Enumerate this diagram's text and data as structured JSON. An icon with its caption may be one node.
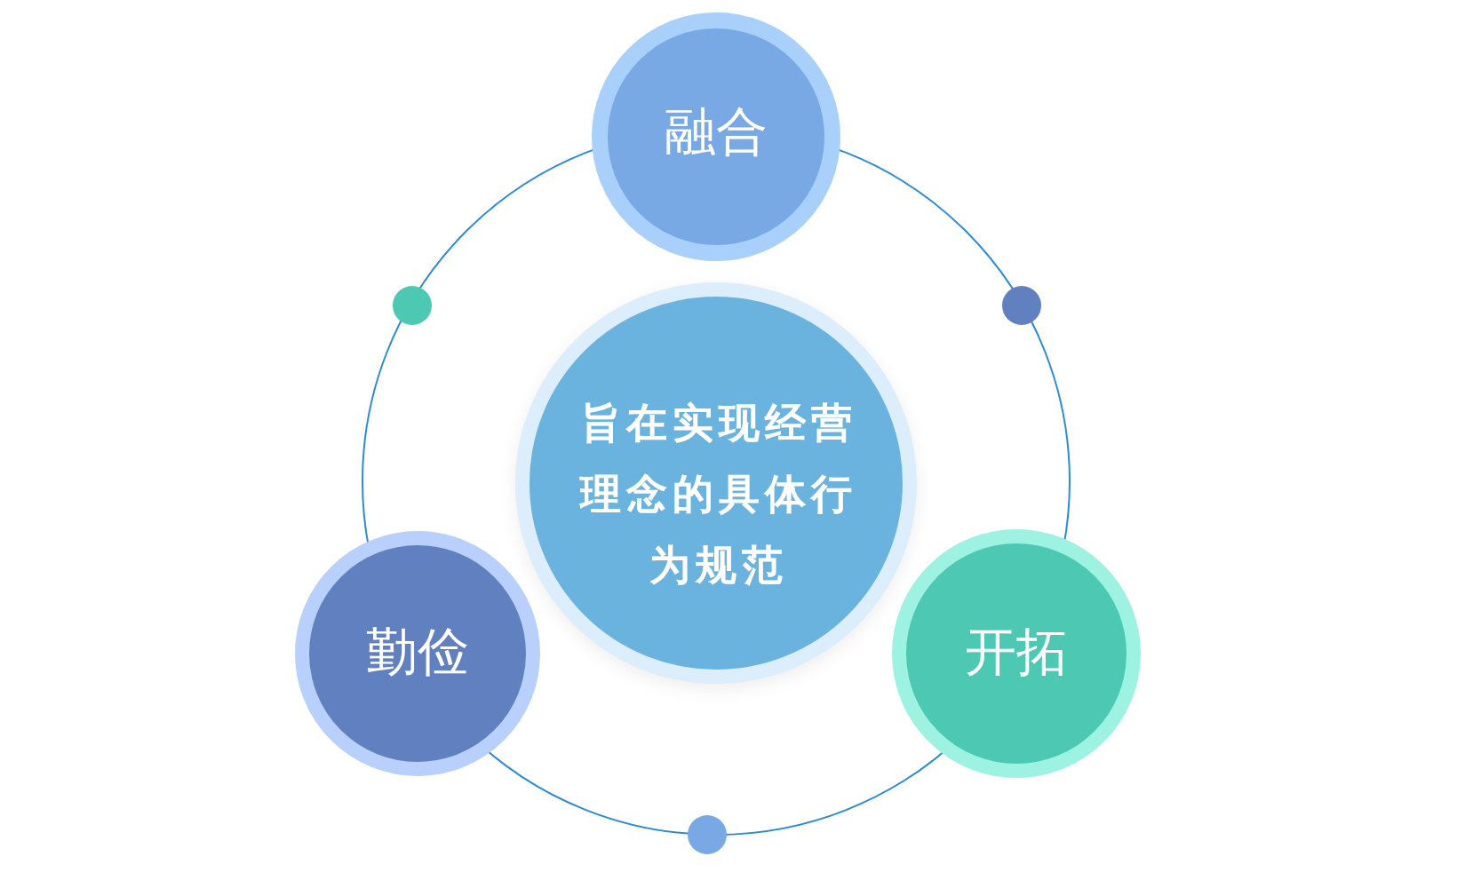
{
  "diagram": {
    "nodes": [
      {
        "text": [
          "融合"
        ]
      },
      {
        "text": [
          "旨在实现经营理念的具体行为规范"
        ]
      },
      {
        "text": [
          "勤俭"
        ]
      },
      {
        "text": [
          "开拓"
        ]
      }
    ]
  }
}
